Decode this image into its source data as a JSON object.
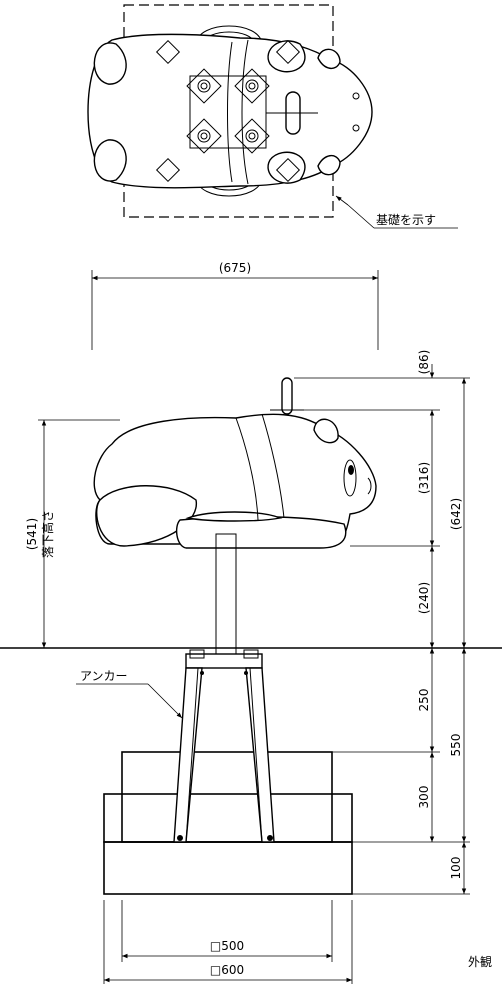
{
  "foundation_note": "基礎を示す",
  "dimensions": {
    "width_total": "(675)",
    "handle_height": "(86)",
    "body_height": "(316)",
    "seat_height": "(240)",
    "total_height": "(642)",
    "fall_height_value": "(541)",
    "fall_height_label": "落下高さ",
    "post_above_base": "250",
    "base_depth": "300",
    "embed_total": "550",
    "slab_thickness": "100",
    "base_square": "□500",
    "slab_square": "□600"
  },
  "anchor_label": "アンカー",
  "view_label": "外観"
}
